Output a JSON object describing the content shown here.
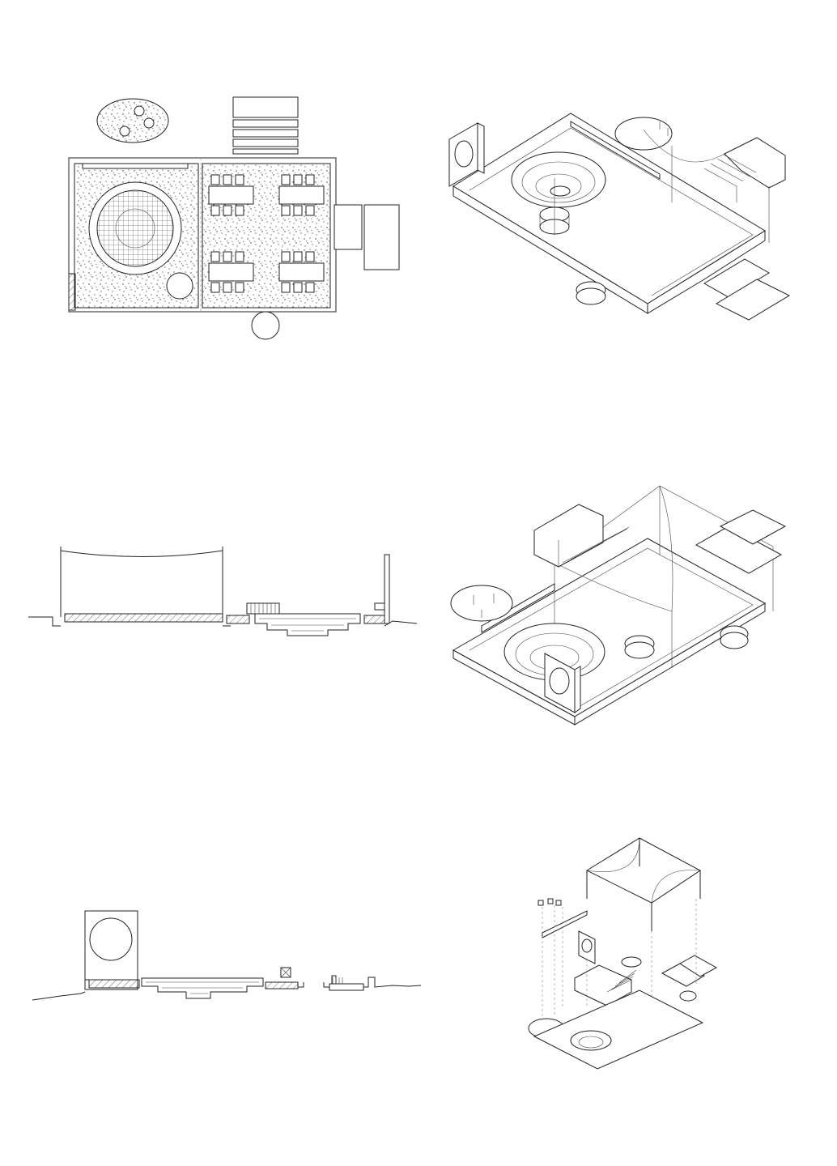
{
  "sheet": {
    "drawings": [
      {
        "id": "floor-plan",
        "type": "plan"
      },
      {
        "id": "axonometric-view-1",
        "type": "axonometric"
      },
      {
        "id": "section-a",
        "type": "section"
      },
      {
        "id": "axonometric-view-2",
        "type": "axonometric"
      },
      {
        "id": "section-b",
        "type": "section"
      },
      {
        "id": "exploded-axonometric",
        "type": "exploded-axonometric"
      }
    ],
    "colors": {
      "line": "#222222",
      "background": "#ffffff",
      "dash": "#888888"
    }
  }
}
